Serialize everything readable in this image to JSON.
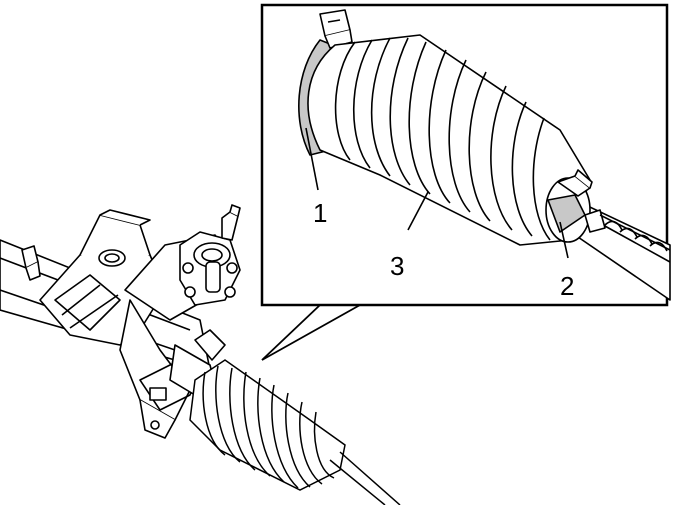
{
  "callouts": [
    {
      "id": "1",
      "text": "1"
    },
    {
      "id": "2",
      "text": "2"
    },
    {
      "id": "3",
      "text": "3"
    }
  ],
  "colors": {
    "line": "#000000",
    "background": "#ffffff",
    "highlight": "#c8c8c8"
  }
}
